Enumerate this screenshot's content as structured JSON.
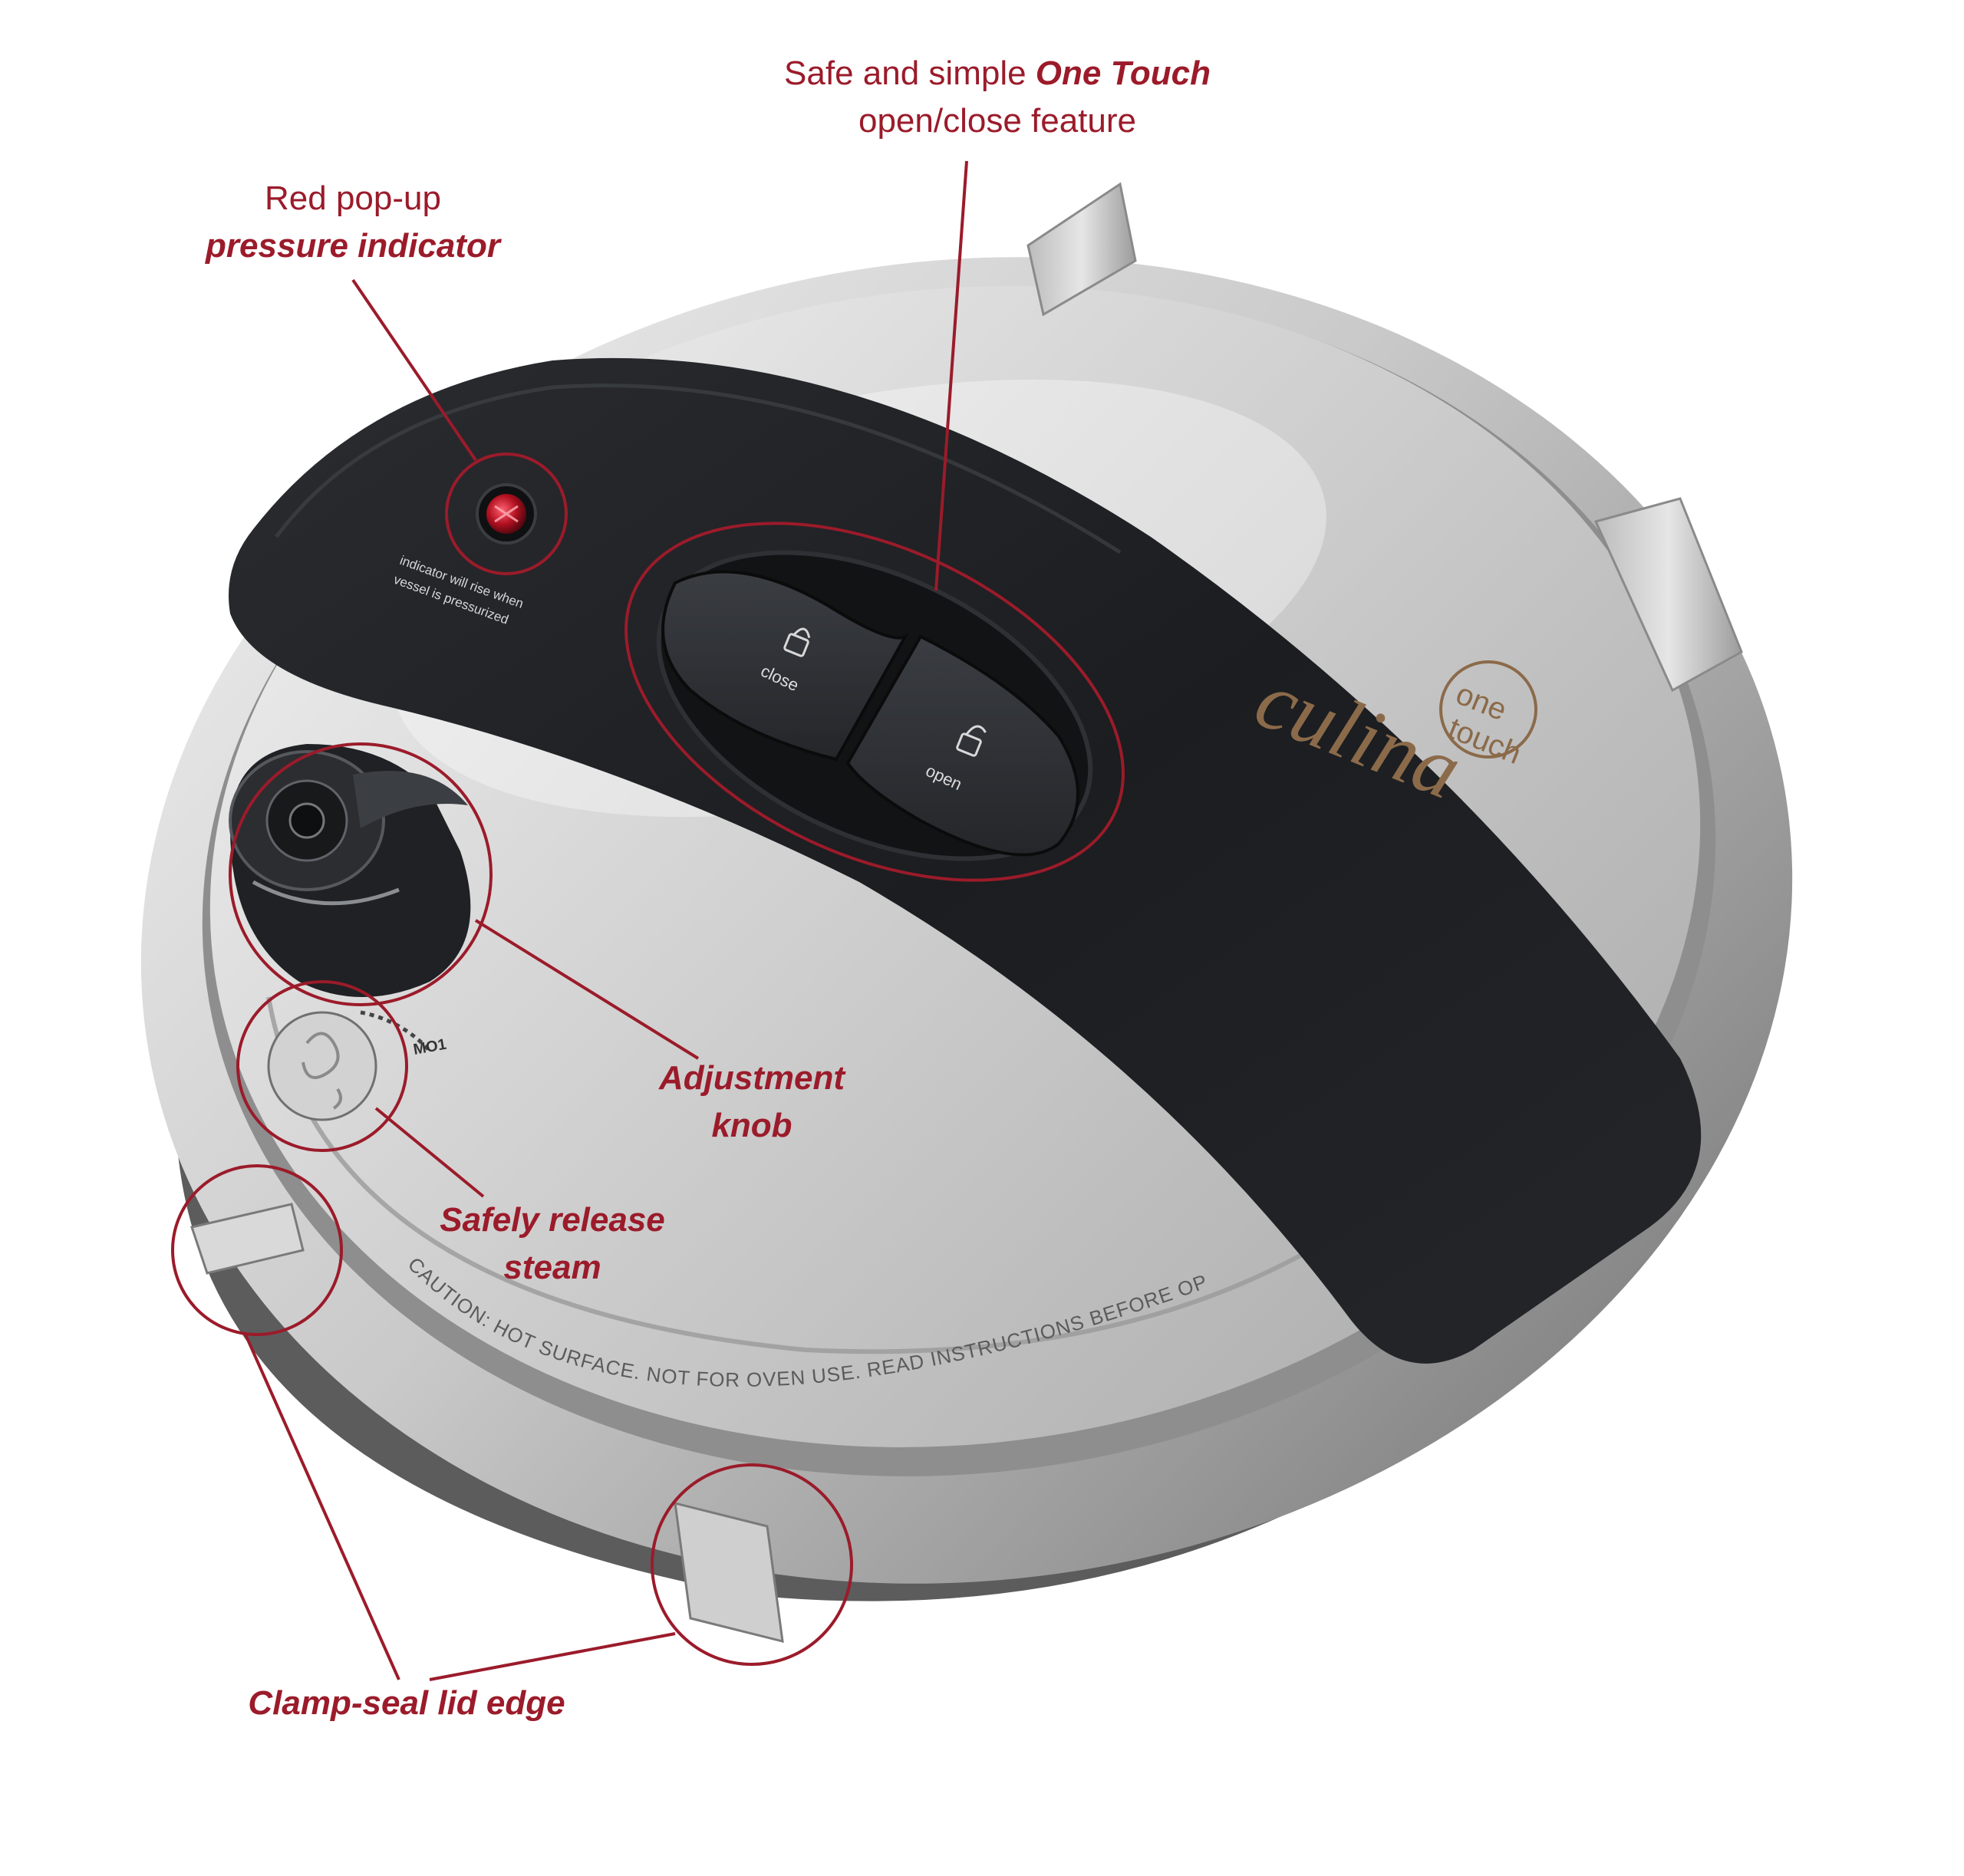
{
  "colors": {
    "accent": "#9b1b2a",
    "handle": "#1a1c1f",
    "steel_light": "#e4e4e4",
    "steel_mid": "#b4b4b4",
    "steel_dark": "#7d7d7d",
    "logo": "#8b6a4a"
  },
  "callouts": {
    "one_touch": {
      "line1": "Safe and simple ",
      "line1_em": "One Touch",
      "line2": "open/close feature"
    },
    "pressure": {
      "line1": "Red pop-up",
      "line2_em": "pressure indicator"
    },
    "knob": {
      "line1_em": "Adjustment",
      "line2_em": "knob"
    },
    "steam": {
      "line1_em": "Safely release",
      "line2_em": "steam"
    },
    "clamp": {
      "line1_em": "Clamp-seal lid edge"
    }
  },
  "product": {
    "button_close": "close",
    "button_open": "open",
    "indicator_note_1": "indicator will rise when",
    "indicator_note_2": "vessel is pressurized",
    "caution": "CAUTION: HOT SURFACE. NOT FOR OVEN USE. READ INSTRUCTIONS BEFORE OPERATION.",
    "brand_logo": "culina one touch",
    "dial_mark": "MO1"
  },
  "icons": [
    "lock-closed-icon",
    "lock-open-icon",
    "steam-swirl-icon"
  ]
}
